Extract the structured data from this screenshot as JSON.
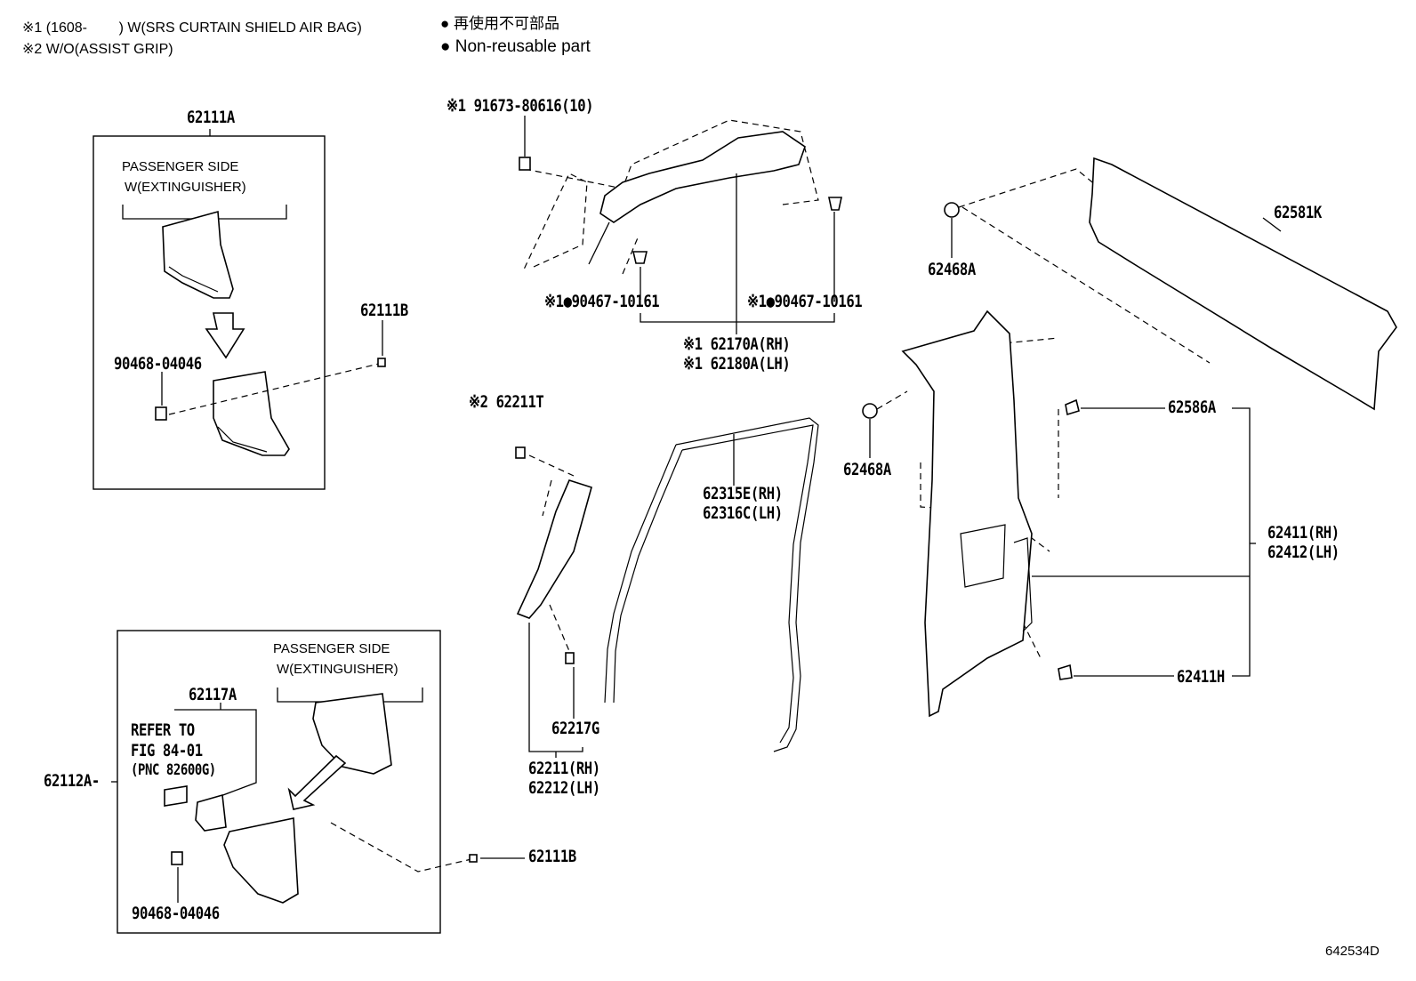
{
  "notes": {
    "note1": "※1 (1608-        ) W(SRS CURTAIN SHIELD AIR BAG)",
    "note2": "※2 W/O(ASSIST GRIP)",
    "legend_jp": "● 再使用不可部品",
    "legend_en": "● Non-reusable part"
  },
  "labels": {
    "p62111A": "62111A",
    "passenger_side_1": "PASSENGER SIDE",
    "w_extinguisher_1": "W(EXTINGUISHER)",
    "p90468_1": "90468-04046",
    "p62111B_1": "62111B",
    "p91673": "※1 91673-80616(10)",
    "p90467_left": "※1●90467-10161",
    "p90467_right": "※1●90467-10161",
    "p62170A": "※1 62170A(RH)",
    "p62180A": "※1 62180A(LH)",
    "p62468A_top": "62468A",
    "p62581K": "62581K",
    "p62211T": "※2 62211T",
    "p62315E": "62315E(RH)",
    "p62316C": "62316C(LH)",
    "p62468A_mid": "62468A",
    "p62586A": "62586A",
    "p62411": "62411(RH)",
    "p62412": "62412(LH)",
    "p62411H": "62411H",
    "p62217G": "62217G",
    "p62211": "62211(RH)",
    "p62212": "62212(LH)",
    "passenger_side_2": "PASSENGER SIDE",
    "w_extinguisher_2": "W(EXTINGUISHER)",
    "p62117A": "62117A",
    "refer_to": "REFER TO",
    "fig": "FIG 84-01",
    "pnc": "(PNC 82600G)",
    "p62112A": "62112A-",
    "p62111B_2": "62111B",
    "p90468_2": "90468-04046",
    "diagram_id": "642534D"
  }
}
